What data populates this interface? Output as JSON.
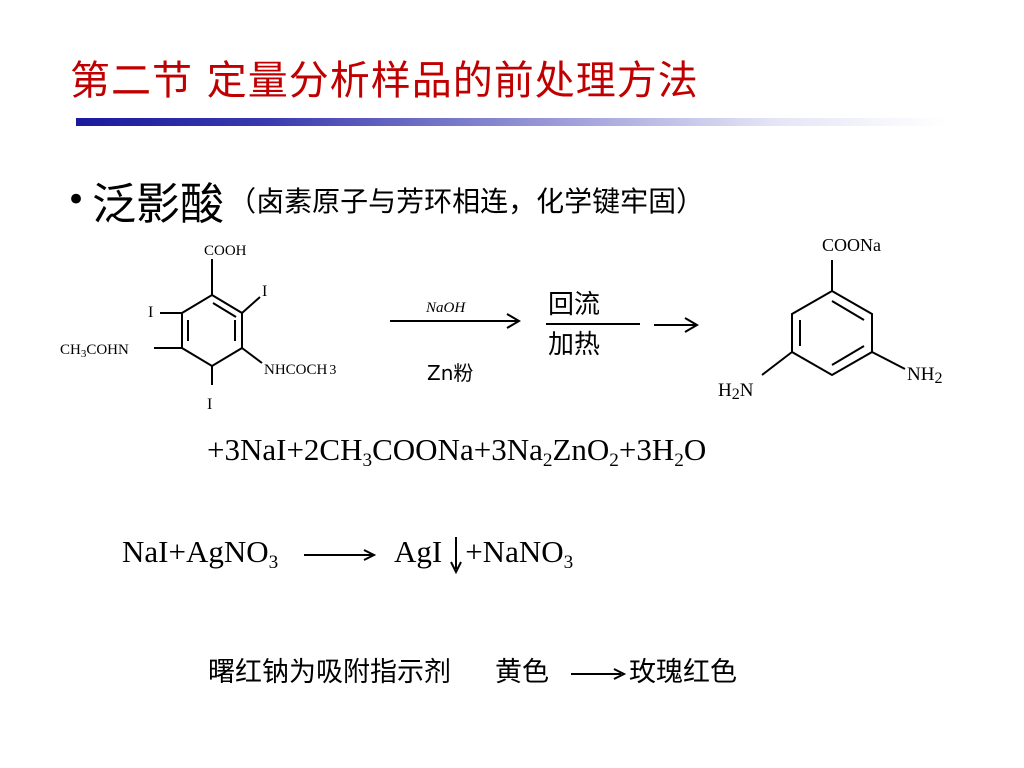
{
  "title": "第二节  定量分析样品的前处理方法",
  "bullet": {
    "symbol": "•",
    "main": "泛影酸",
    "note": "（卤素原子与芳环相连，化学键牢固）"
  },
  "reactant": {
    "cooh": "COOH",
    "iodo_top_right": "I",
    "iodo_left": "I",
    "iodo_bottom": "I",
    "left_sub_a": "CH",
    "left_sub_num": "3",
    "left_sub_b": "COHN",
    "right_sub_a": "NHCOCH",
    "right_sub_num": "3"
  },
  "conditions": {
    "reagent_above": "NaOH",
    "reagent_below": "Zn粉",
    "reflux": "回流",
    "heat": "加热"
  },
  "product": {
    "coona": "COONa",
    "nh2_right_a": "NH",
    "nh2_right_num": "2",
    "h2n_left_a": "H",
    "h2n_left_num": "2",
    "h2n_left_b": "N"
  },
  "equation_products": {
    "p1": "+3NaI+2CH",
    "s1": "3",
    "p2": "COONa+3Na",
    "s2": "2",
    "p3": "ZnO",
    "s3": "2",
    "p4": "+3H",
    "s4": "2",
    "p5": "O"
  },
  "silver_reaction": {
    "reactants_a": "NaI+AgNO",
    "reactants_num": "3",
    "agi": "AgI",
    "products_a": "+NaNO",
    "products_num": "3"
  },
  "indicator": {
    "text": "曙红钠为吸附指示剂",
    "from_color": "黄色",
    "to_color": "玫瑰红色"
  },
  "colors": {
    "title": "#c00000",
    "text": "#000000",
    "bar_start": "#1a1a9e"
  }
}
